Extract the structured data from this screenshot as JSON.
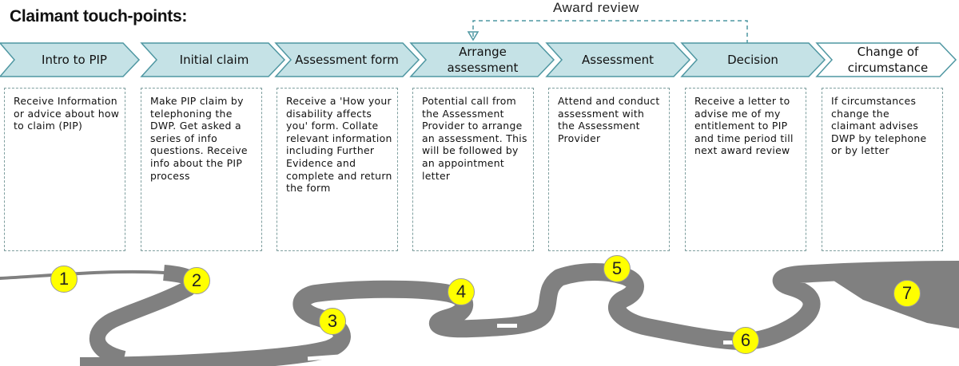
{
  "title": "Claimant touch-points:",
  "award_review_label": "Award review",
  "stages": [
    {
      "label": "Intro to PIP",
      "description": "Receive Information or advice about how to claim (PIP)"
    },
    {
      "label": "Initial claim",
      "description": "Make PIP claim by telephoning the DWP. Get asked a series of info questions. Receive info about the PIP process"
    },
    {
      "label": "Assessment form",
      "description": "Receive a 'How your disability affects you' form. Collate relevant information including Further Evidence and complete and return the form"
    },
    {
      "label": "Arrange assessment",
      "description": "Potential call from the Assessment Provider to arrange an assessment. This will be followed by an appointment letter"
    },
    {
      "label": "Assessment",
      "description": "Attend and conduct assessment with the Assessment Provider"
    },
    {
      "label": "Decision",
      "description": "Receive a letter to advise me of my entitlement to PIP and time period till next award review"
    },
    {
      "label": "Change of circumstance",
      "description": "If circumstances change the claimant advises DWP by telephone or by letter"
    }
  ],
  "markers": [
    "1",
    "2",
    "3",
    "4",
    "5",
    "6",
    "7"
  ],
  "colors": {
    "chevron_fill": "#c5e2e6",
    "chevron_stroke": "#4f97a2",
    "last_chevron_fill": "#ffffff",
    "dashed_border": "#7f9f9f",
    "road": "#808080",
    "marker_fill": "#ffff00"
  }
}
